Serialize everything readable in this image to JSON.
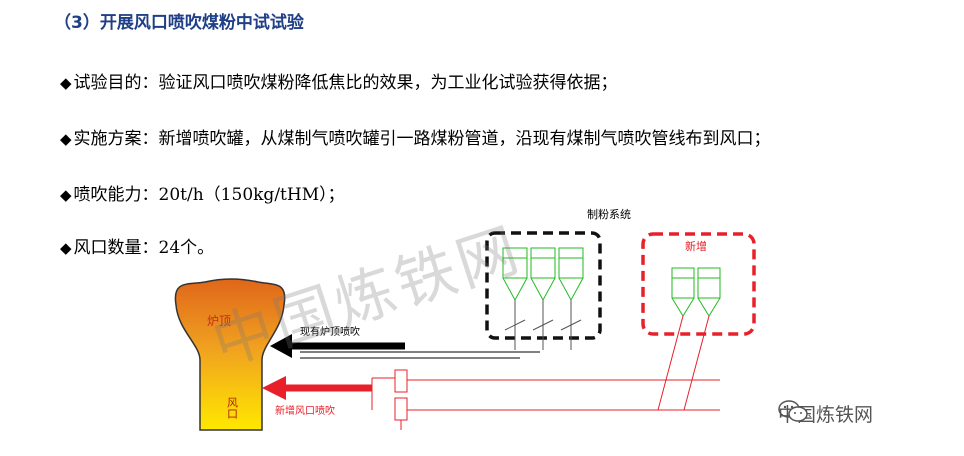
{
  "title": "（3）开展风口喷吹煤粉中试试验",
  "bullets": [
    {
      "mark": "◆",
      "text": "试验目的：验证风口喷吹煤粉降低焦比的效果，为工业化试验获得依据；"
    },
    {
      "mark": "◆",
      "text": "实施方案：新增喷吹罐，从煤制气喷吹罐引一路煤粉管道，沿现有煤制气喷吹管线布到风口；"
    },
    {
      "mark": "◆",
      "text": "喷吹能力：20t/h（150kg/tHM）；"
    },
    {
      "mark": "◆",
      "text": "风口数量：24个。"
    }
  ],
  "diagram": {
    "furnace_top_label": "炉顶",
    "tuyere_label": "风口",
    "existing_line_label": "现有炉顶喷吹",
    "new_line_label": "新增风口喷吹",
    "powder_system_label": "制粉系统",
    "new_tank_label": "新增"
  },
  "watermark": "中国炼铁网",
  "brand": "中国炼铁网",
  "colors": {
    "title": "#1f3f86",
    "accent_red": "#e8202a",
    "green": "#22bb22"
  }
}
